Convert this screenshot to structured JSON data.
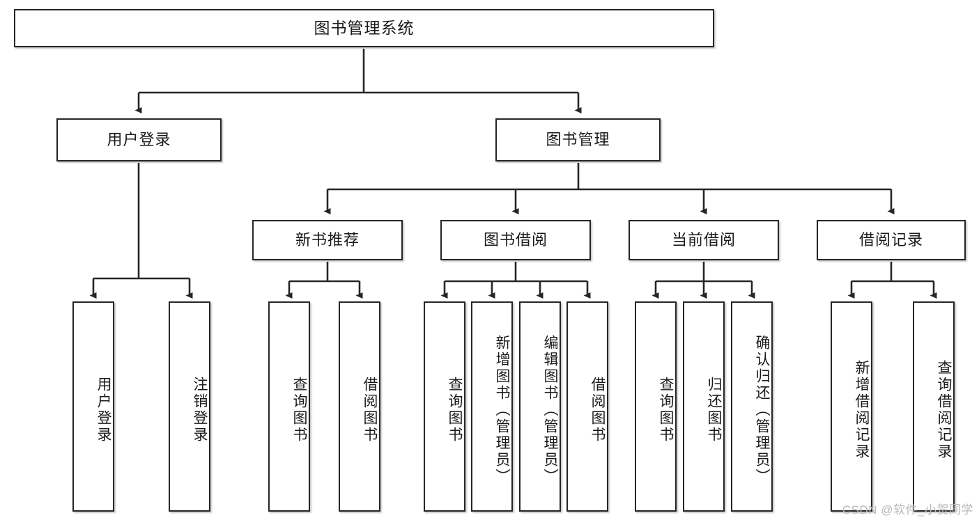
{
  "diagram": {
    "type": "tree-hierarchy",
    "title": "图书管理系统",
    "watermark": "CSDN @软件_小贺同学",
    "colors": {
      "box_border": "#262626",
      "box_fill": "#ffffff",
      "connector": "#262626",
      "text": "#1a1a1a",
      "watermark": "#b8b8b8"
    },
    "nodes": {
      "root": {
        "label": "图书管理系统"
      },
      "level2": [
        {
          "label": "用户登录"
        },
        {
          "label": "图书管理"
        }
      ],
      "level3": [
        {
          "label": "新书推荐"
        },
        {
          "label": "图书借阅"
        },
        {
          "label": "当前借阅"
        },
        {
          "label": "借阅记录"
        }
      ],
      "leaves_user_login": [
        {
          "label": "用户登录"
        },
        {
          "label": "注销登录"
        }
      ],
      "leaves_new_book": [
        {
          "label": "查询图书"
        },
        {
          "label": "借阅图书"
        }
      ],
      "leaves_borrow": [
        {
          "label": "查询图书"
        },
        {
          "label": "新增图书（管理员）"
        },
        {
          "label": "编辑图书（管理员）"
        },
        {
          "label": "借阅图书"
        }
      ],
      "leaves_current": [
        {
          "label": "查询图书"
        },
        {
          "label": "归还图书"
        },
        {
          "label": "确认归还（管理员）"
        }
      ],
      "leaves_records": [
        {
          "label": "新增借阅记录"
        },
        {
          "label": "查询借阅记录"
        }
      ]
    }
  }
}
